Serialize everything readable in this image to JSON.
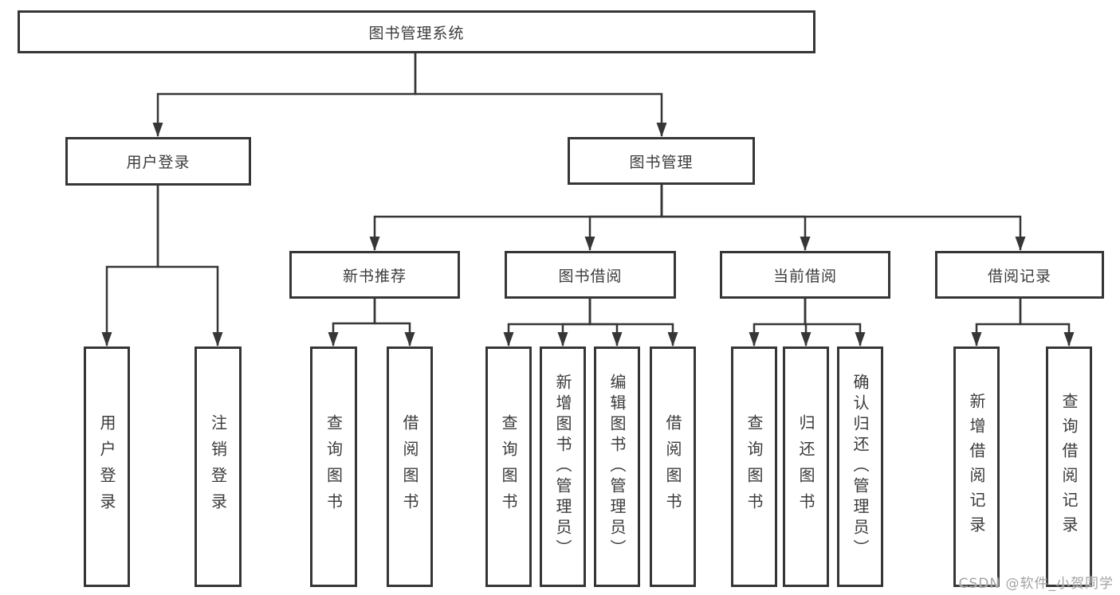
{
  "diagram": {
    "type": "hierarchy-tree",
    "watermark": "CSDN @软件_小贺同学",
    "colors": {
      "background": "#ffffff",
      "box_border": "#363636",
      "box_fill": "#ffffff",
      "connector": "#363636",
      "text": "#3b3b3b",
      "watermark_text": "#a3a3a3"
    }
  },
  "tree": {
    "label": "图书管理系统",
    "children": [
      {
        "label": "用户登录",
        "children": [
          {
            "label": "用户登录"
          },
          {
            "label": "注销登录"
          }
        ]
      },
      {
        "label": "图书管理",
        "children": [
          {
            "label": "新书推荐",
            "children": [
              {
                "label": "查询图书"
              },
              {
                "label": "借阅图书"
              }
            ]
          },
          {
            "label": "图书借阅",
            "children": [
              {
                "label": "查询图书"
              },
              {
                "label": "新增图书（管理员）"
              },
              {
                "label": "编辑图书（管理员）"
              },
              {
                "label": "借阅图书"
              }
            ]
          },
          {
            "label": "当前借阅",
            "children": [
              {
                "label": "查询图书"
              },
              {
                "label": "归还图书"
              },
              {
                "label": "确认归还（管理员）"
              }
            ]
          },
          {
            "label": "借阅记录",
            "children": [
              {
                "label": "新增借阅记录"
              },
              {
                "label": "查询借阅记录"
              }
            ]
          }
        ]
      }
    ]
  }
}
